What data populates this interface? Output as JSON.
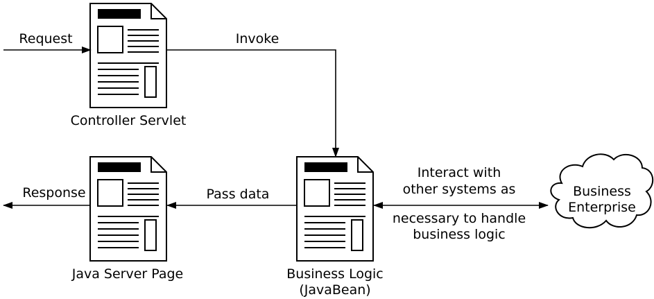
{
  "labels": {
    "request": "Request",
    "invoke": "Invoke",
    "controller_servlet": "Controller Servlet",
    "response": "Response",
    "pass_data": "Pass data",
    "java_server_page": "Java Server Page",
    "business_logic_line1": "Business Logic",
    "business_logic_line2": "(JavaBean)",
    "interact_line1": "Interact with",
    "interact_line2": "other systems as",
    "interact_line3": "necessary to handle",
    "interact_line4": "business logic",
    "business_enterprise_line1": "Business",
    "business_enterprise_line2": "Enterprise"
  },
  "icons": {
    "document": "document-icon",
    "cloud": "cloud-icon"
  },
  "colors": {
    "stroke": "#000000",
    "background": "#ffffff"
  }
}
